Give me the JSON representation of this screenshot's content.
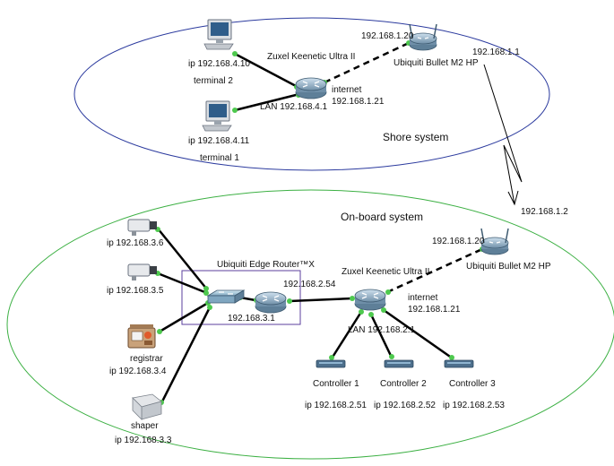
{
  "shore": {
    "title": "Shore system",
    "router_name": "Zuxel Keenetic Ultra II",
    "router_lan": "LAN 192.168.4.1",
    "router_internet": "internet",
    "router_internet_ip": "192.168.1.21",
    "terminal2_ip": "ip 192.168.4.10",
    "terminal2_name": "terminal 2",
    "terminal1_ip": "ip 192.168.4.11",
    "terminal1_name": "terminal 1",
    "bullet_ip": "192.168.1.20",
    "bullet_name": "Ubiquiti Bullet M2 HP",
    "link_ip": "192.168.1.1"
  },
  "onboard": {
    "title": "On-board system",
    "link_ip": "192.168.1.2",
    "bullet_ip": "192.168.1.20",
    "bullet_name": "Ubiquiti Bullet M2 HP",
    "edge_name": "Ubiquiti Edge Router™X",
    "edge_lan": "192.168.3.1",
    "edge_wan": "192.168.2.54",
    "router_name": "Zuxel Keenetic Ultra II",
    "router_internet": "internet",
    "router_internet_ip": "192.168.1.21",
    "router_lan": "LAN 192.168.2.1",
    "camera1_ip": "ip 192.168.3.6",
    "camera2_ip": "ip 192.168.3.5",
    "registrar_name": "registrar",
    "registrar_ip": "ip 192.168.3.4",
    "shaper_name": "shaper",
    "shaper_ip": "ip 192.168.3.3",
    "controllers": [
      {
        "name": "Controller 1",
        "ip": "ip 192.168.2.51"
      },
      {
        "name": "Controller 2",
        "ip": "ip 192.168.2.52"
      },
      {
        "name": "Controller 3",
        "ip": "ip 192.168.2.53"
      }
    ]
  },
  "colors": {
    "shore_ellipse": "#2b3a9e",
    "onboard_ellipse": "#3cb043",
    "edge_box": "#5b3f9e",
    "port_dot": "#4ec94e"
  }
}
